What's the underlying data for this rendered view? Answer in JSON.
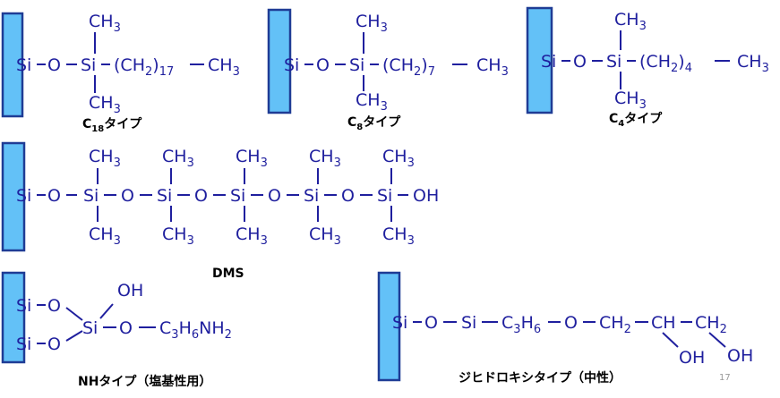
{
  "palette": {
    "bond": "#1f1f9e",
    "surface_fill": "#63c1f7",
    "surface_edge": "#1f3c95"
  },
  "labels": {
    "si": "Si",
    "o": "O",
    "ch3": "CH",
    "ch2": "CH",
    "ch": "CH",
    "oh": "OH",
    "c": "C",
    "h": "H",
    "nh2": "NH",
    "n2": "2",
    "n3": "3",
    "n4": "4",
    "n6": "6",
    "n7": "7",
    "n17": "17",
    "lparen": "(",
    "rparen": ")"
  },
  "captions": {
    "c18_pre": "C",
    "c18_sub": "18",
    "c18_post": "タイプ",
    "c8_pre": "C",
    "c8_sub": "8",
    "c8_post": "タイプ",
    "c4_pre": "C",
    "c4_sub": "4",
    "c4_post": "タイプ",
    "dms": "DMS",
    "nh": "NHタイプ（塩基性用）",
    "diol": "ジヒドロキシタイプ（中性）"
  },
  "page_number": "17"
}
